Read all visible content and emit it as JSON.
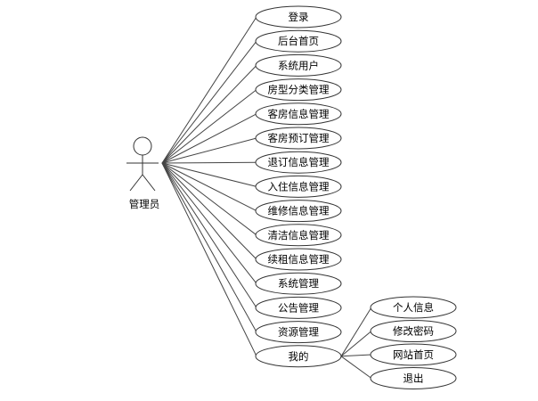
{
  "actor": {
    "label": "管理员"
  },
  "use_cases": [
    {
      "label": "登录"
    },
    {
      "label": "后台首页"
    },
    {
      "label": "系统用户"
    },
    {
      "label": "房型分类管理"
    },
    {
      "label": "客房信息管理"
    },
    {
      "label": "客房预订管理"
    },
    {
      "label": "退订信息管理"
    },
    {
      "label": "入住信息管理"
    },
    {
      "label": "维修信息管理"
    },
    {
      "label": "清洁信息管理"
    },
    {
      "label": "续租信息管理"
    },
    {
      "label": "系统管理"
    },
    {
      "label": "公告管理"
    },
    {
      "label": "资源管理"
    },
    {
      "label": "我的"
    }
  ],
  "sub_use_cases": [
    {
      "label": "个人信息"
    },
    {
      "label": "修改密码"
    },
    {
      "label": "网站首页"
    },
    {
      "label": "退出"
    }
  ]
}
